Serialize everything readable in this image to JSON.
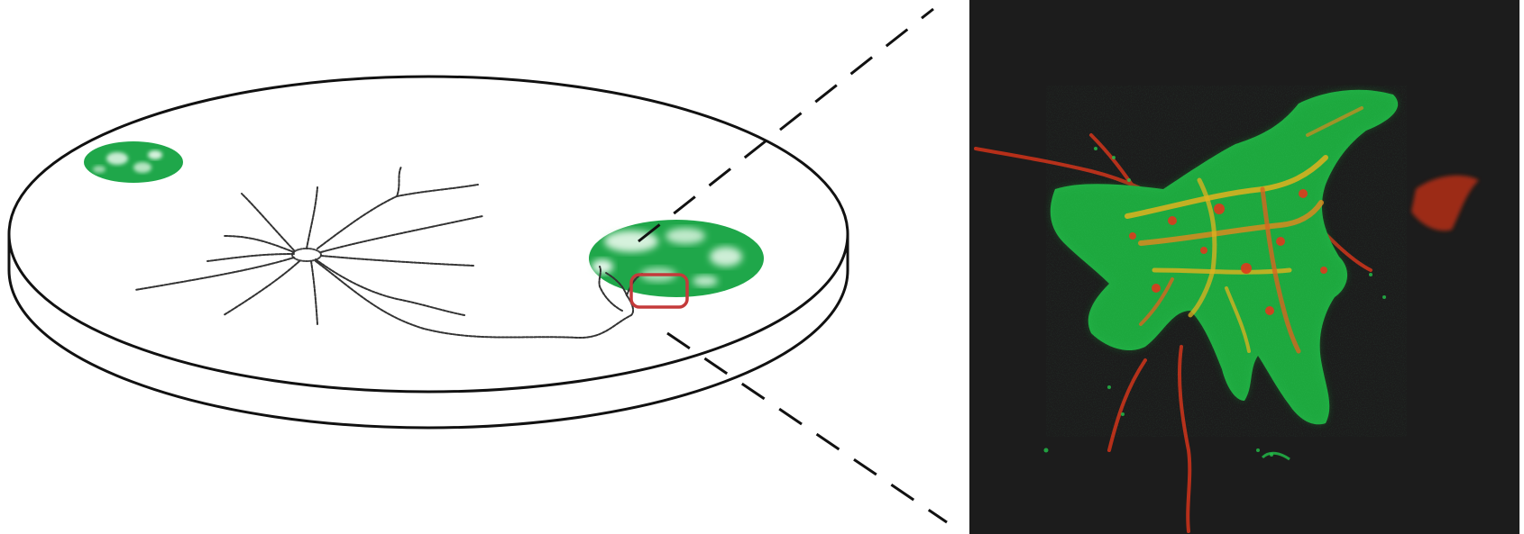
{
  "figure": {
    "elements": {
      "culture_dish": "petri-dish",
      "neuron": "neuron-cell-sketch",
      "glial_cell_small": "green-cell",
      "glial_cell_large": "green-cell",
      "highlight_box": "red-outline",
      "zoom_lines": "dashed-lines",
      "micrograph": "fluorescence-micrograph"
    },
    "colors": {
      "cell_green": "#1fa74a",
      "highlight_red": "#c43a3a",
      "micrograph_background": "#1c1c1c",
      "fluor_green": "#23c24a",
      "fluor_red": "#d83a1f",
      "fluor_yellow": "#e2b21d",
      "outline": "#111111"
    }
  }
}
